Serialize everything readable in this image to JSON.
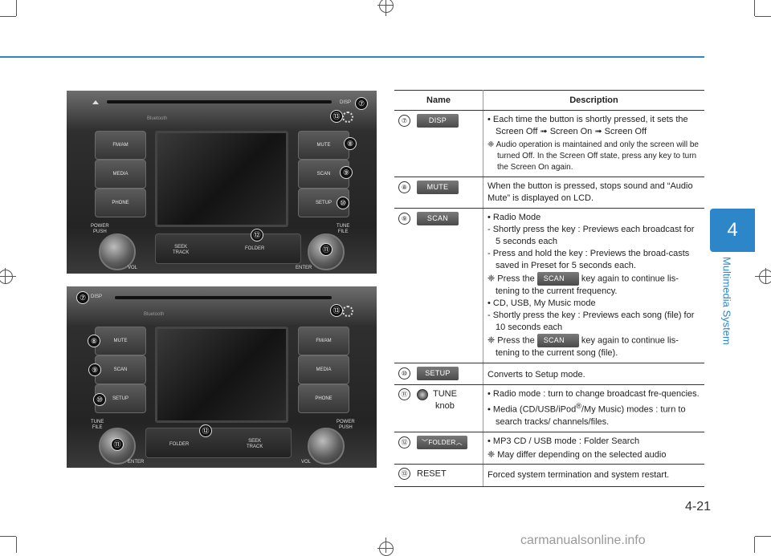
{
  "doc": {
    "chapter_number": "4",
    "chapter_title": "Multimedia System",
    "page_number": "4-21",
    "watermark": "carmanualsonline.info"
  },
  "panel1": {
    "disp": "DISP",
    "bluetooth": "Bluetooth",
    "left_buttons": [
      "FM/AM",
      "MEDIA",
      "PHONE"
    ],
    "right_buttons": [
      "MUTE",
      "SCAN",
      "SETUP"
    ],
    "power_label": "POWER\nPUSH",
    "tune_label": "TUNE\nFILE",
    "vol_label": "VOL",
    "enter_label": "ENTER",
    "seek_label": "SEEK\nTRACK",
    "folder_label": "FOLDER",
    "callouts": [
      "⑦",
      "⑧",
      "⑨",
      "⑩",
      "⑪",
      "⑫",
      "⑬"
    ]
  },
  "panel2": {
    "disp": "DISP",
    "bluetooth": "Bluetooth",
    "left_buttons": [
      "MUTE",
      "SCAN",
      "SETUP"
    ],
    "right_buttons": [
      "FM/AM",
      "MEDIA",
      "PHONE"
    ],
    "tune_label": "TUNE\nFILE",
    "power_label": "POWER\nPUSH",
    "enter_label": "ENTER",
    "vol_label": "VOL",
    "folder_label": "FOLDER",
    "seek_label": "SEEK\nTRACK",
    "callouts": [
      "⑦",
      "⑧",
      "⑨",
      "⑩",
      "⑪",
      "⑫",
      "⑬"
    ]
  },
  "table": {
    "header_name": "Name",
    "header_desc": "Description",
    "rows": {
      "r7": {
        "num": "⑦",
        "key": "DISP",
        "l1": "• Each time the button is shortly pressed, it sets the Screen Off ➟ Screen On ➟ Screen Off",
        "note": "❈ Audio operation is maintained and only the screen will be turned Off. In the Screen Off state, press any key to turn the Screen On again."
      },
      "r8": {
        "num": "⑧",
        "key": "MUTE",
        "l1": "When the button is pressed, stops sound and “Audio Mute” is displayed on LCD."
      },
      "r9": {
        "num": "⑨",
        "key": "SCAN",
        "l1": "• Radio Mode",
        "l2": "- Shortly press the key : Previews each broadcast for 5 seconds each",
        "l3": "- Press and hold the key : Previews the broad-casts saved in Preset for 5 seconds each.",
        "n1_pre": "❈ Press the",
        "n1_key": "SCAN",
        "n1_post": "key again to continue lis-tening to the current frequency.",
        "l4": "• CD, USB, My Music mode",
        "l5": "- Shortly press the key : Previews each song (file) for 10 seconds each",
        "n2_pre": "❈ Press the",
        "n2_key": "SCAN",
        "n2_post": "key again to continue lis-tening to the current song (file)."
      },
      "r10": {
        "num": "⑩",
        "key": "SETUP",
        "l1": "Converts to Setup mode."
      },
      "r11": {
        "num": "⑪",
        "name": "TUNE\nknob",
        "l1": "• Radio mode : turn to change broadcast fre-quencies.",
        "l2_pre": "• Media (CD/USB/iPod",
        "l2_sup": "®",
        "l2_post": "/My Music) modes : turn to search tracks/ channels/files."
      },
      "r12": {
        "num": "⑫",
        "key": "FOLDER",
        "l1": "• MP3 CD / USB mode : Folder Search",
        "note": "❈ May differ depending on the selected audio"
      },
      "r13": {
        "num": "⑬",
        "name": "RESET",
        "l1": "Forced system termination and system restart."
      }
    }
  }
}
